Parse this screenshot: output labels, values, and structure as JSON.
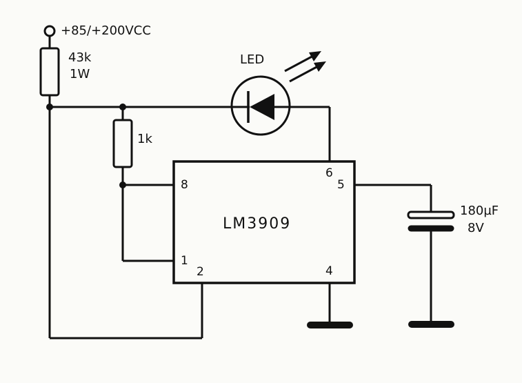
{
  "supply": {
    "label": "+85/+200VCC"
  },
  "r1": {
    "value": "43k",
    "power": "1W"
  },
  "r2": {
    "value": "1k"
  },
  "led": {
    "label": "LED"
  },
  "ic": {
    "name": "LM3909",
    "pins": {
      "p1": "1",
      "p2": "2",
      "p4": "4",
      "p5": "5",
      "p6": "6",
      "p8": "8"
    }
  },
  "c1": {
    "value": "180µF",
    "voltage": "8V"
  }
}
